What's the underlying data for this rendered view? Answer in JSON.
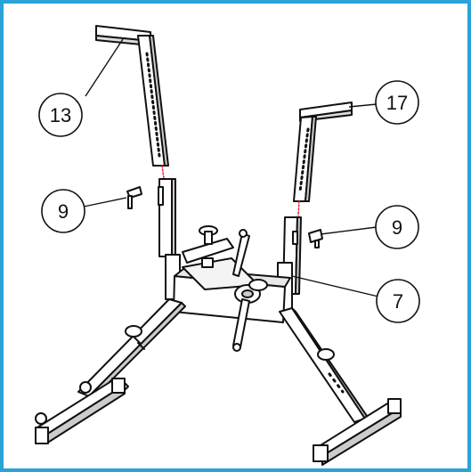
{
  "frame_color": "#2aa3d8",
  "callouts": [
    {
      "id": "part-13",
      "label": "13"
    },
    {
      "id": "part-17",
      "label": "17"
    },
    {
      "id": "part-9-left",
      "label": "9"
    },
    {
      "id": "part-9-right",
      "label": "9"
    },
    {
      "id": "part-7",
      "label": "7"
    }
  ]
}
